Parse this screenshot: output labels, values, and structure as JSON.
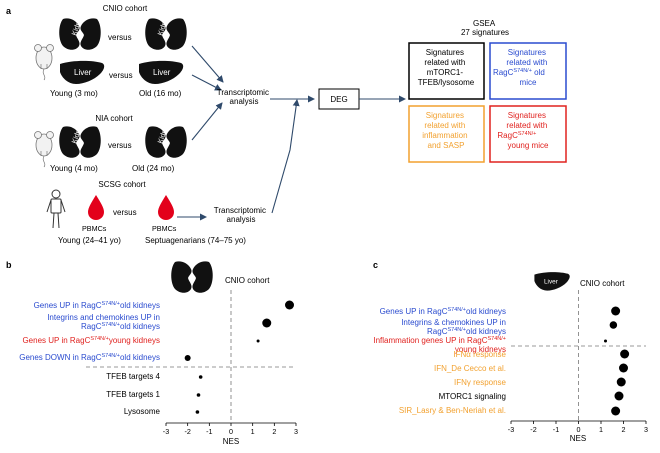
{
  "panel_a": {
    "label": "a",
    "cnio_cohort": {
      "title": "CNIO cohort",
      "versus_1": "versus",
      "versus_2": "versus",
      "kidney_text": "Kidney",
      "liver_text": "Liver",
      "young": "Young (3 mo)",
      "old": "Old (16 mo)"
    },
    "nia_cohort": {
      "title": "NIA cohort",
      "versus": "versus",
      "kidney_text": "Kidney",
      "young": "Young (4 mo)",
      "old": "Old (24 mo)"
    },
    "scsg_cohort": {
      "title": "SCSG cohort",
      "versus": "versus",
      "pbmcs_1": "PBMCs",
      "pbmcs_2": "PBMCs",
      "young": "Young (24–41 yo)",
      "old": "Septuagenarians (74–75 yo)"
    },
    "transcriptomic_1": [
      "Transcriptomic",
      "analysis"
    ],
    "transcriptomic_2": [
      "Transcriptomic",
      "analysis"
    ],
    "deg": "DEG",
    "gsea_title": [
      "GSEA",
      "27 signatures"
    ],
    "boxes": {
      "mtorc1": [
        "Signatures",
        "related with",
        "mTORC1-",
        "TFEB/lysosome"
      ],
      "ragc_old": {
        "l1": "Signatures",
        "l2": "related with",
        "l3a": "RagC",
        "l3sup": "S74N/+",
        "l3b": " old",
        "l4": "mice"
      },
      "inflammation": [
        "Signatures",
        "related with",
        "inflammation",
        "and SASP"
      ],
      "ragc_young": {
        "l1": "Signatures",
        "l2": "related with",
        "l3a": "RagC",
        "l3sup": "S74N/+",
        "l4": "young mice"
      }
    },
    "colors": {
      "black_box": "#000000",
      "blue_box": "#2a4bcf",
      "orange_box": "#f2a12f",
      "red_box": "#e0221f",
      "arrow": "#2f4a6b",
      "drop": "#e3001b"
    },
    "icons": [
      "mouse-icon",
      "kidney-icon",
      "liver-icon",
      "human-icon",
      "blood-drop-icon",
      "arrow-icon"
    ]
  },
  "panel_b": {
    "label": "b",
    "cohort": "CNIO cohort",
    "icons": [
      "kidney-icon"
    ],
    "rows": [
      {
        "pre": "Genes UP in RagC",
        "sup": "S74N/+",
        "post": "old kidneys",
        "color": "blue"
      },
      {
        "line1": "Integrins and chemokines UP in",
        "pre": "RagC",
        "sup": "S74N/+",
        "post": "old kidneys",
        "color": "blue"
      },
      {
        "pre": "Genes UP in RagC",
        "sup": "S74N/+",
        "post": "young kidneys",
        "color": "red"
      },
      {
        "pre": "Genes DOWN in RagC",
        "sup": "S74N/+",
        "post": "old kidneys",
        "color": "blue"
      },
      {
        "pre": "TFEB targets 4",
        "color": "black"
      },
      {
        "pre": "TFEB targets 1",
        "color": "black"
      },
      {
        "pre": "Lysosome",
        "color": "black"
      }
    ],
    "xlabel": "NES",
    "ticks": [
      "-3",
      "-2",
      "-1",
      "0",
      "1",
      "2",
      "3"
    ]
  },
  "panel_c": {
    "label": "c",
    "cohort": "CNIO cohort",
    "icons": [
      "liver-icon"
    ],
    "liver_text": "Liver",
    "rows": [
      {
        "pre": "Genes UP in RagC",
        "sup": "S74N/+",
        "post": "old kidneys",
        "color": "blue"
      },
      {
        "line1": "Integrins & chemokines UP in",
        "pre": "RagC",
        "sup": "S74N/+",
        "post": "old kidneys",
        "color": "blue"
      },
      {
        "line1a": "Inflammation genes UP in RagC",
        "line1sup": "S74N/+",
        "pre": "young kidneys",
        "color": "red"
      },
      {
        "pre": "IFNα response",
        "color": "orange"
      },
      {
        "pre": "IFN_De Cecco et al.",
        "color": "orange"
      },
      {
        "pre": "IFNγ response",
        "color": "orange"
      },
      {
        "pre": "MTORC1 signaling",
        "color": "black"
      },
      {
        "pre": "SIR_Lasry & Ben-Neriah et al.",
        "color": "orange"
      }
    ],
    "xlabel": "NES",
    "ticks": [
      "-3",
      "-2",
      "-1",
      "0",
      "1",
      "2",
      "3"
    ]
  },
  "chart_data": [
    {
      "type": "scatter",
      "panel": "b",
      "xlabel": "NES",
      "xlim": [
        -3,
        3
      ],
      "categories": [
        "Genes UP in RagC S74N/+ old kidneys",
        "Integrins and chemokines UP in RagC S74N/+ old kidneys",
        "Genes UP in RagC S74N/+ young kidneys",
        "Genes DOWN in RagC S74N/+ old kidneys",
        "TFEB targets 4",
        "TFEB targets 1",
        "Lysosome"
      ],
      "x": [
        2.7,
        1.65,
        1.25,
        -2.0,
        -1.4,
        -1.5,
        -1.55
      ],
      "point_size": [
        3,
        3,
        1,
        2,
        1.2,
        1.2,
        1.2
      ],
      "grid": false
    },
    {
      "type": "scatter",
      "panel": "c",
      "xlabel": "NES",
      "xlim": [
        -3,
        3
      ],
      "categories": [
        "Genes UP in RagC S74N/+ old kidneys",
        "Integrins & chemokines UP in RagC S74N/+ old kidneys",
        "Inflammation genes UP in RagC S74N/+ young kidneys",
        "IFNα response",
        "IFN_De Cecco et al.",
        "IFNγ response",
        "MTORC1 signaling",
        "SIR_Lasry & Ben-Neriah et al."
      ],
      "x": [
        1.65,
        1.55,
        1.2,
        2.05,
        2.0,
        1.9,
        1.8,
        1.65
      ],
      "point_size": [
        3,
        2.5,
        1,
        3,
        3,
        3,
        3,
        3
      ],
      "grid": false
    }
  ]
}
